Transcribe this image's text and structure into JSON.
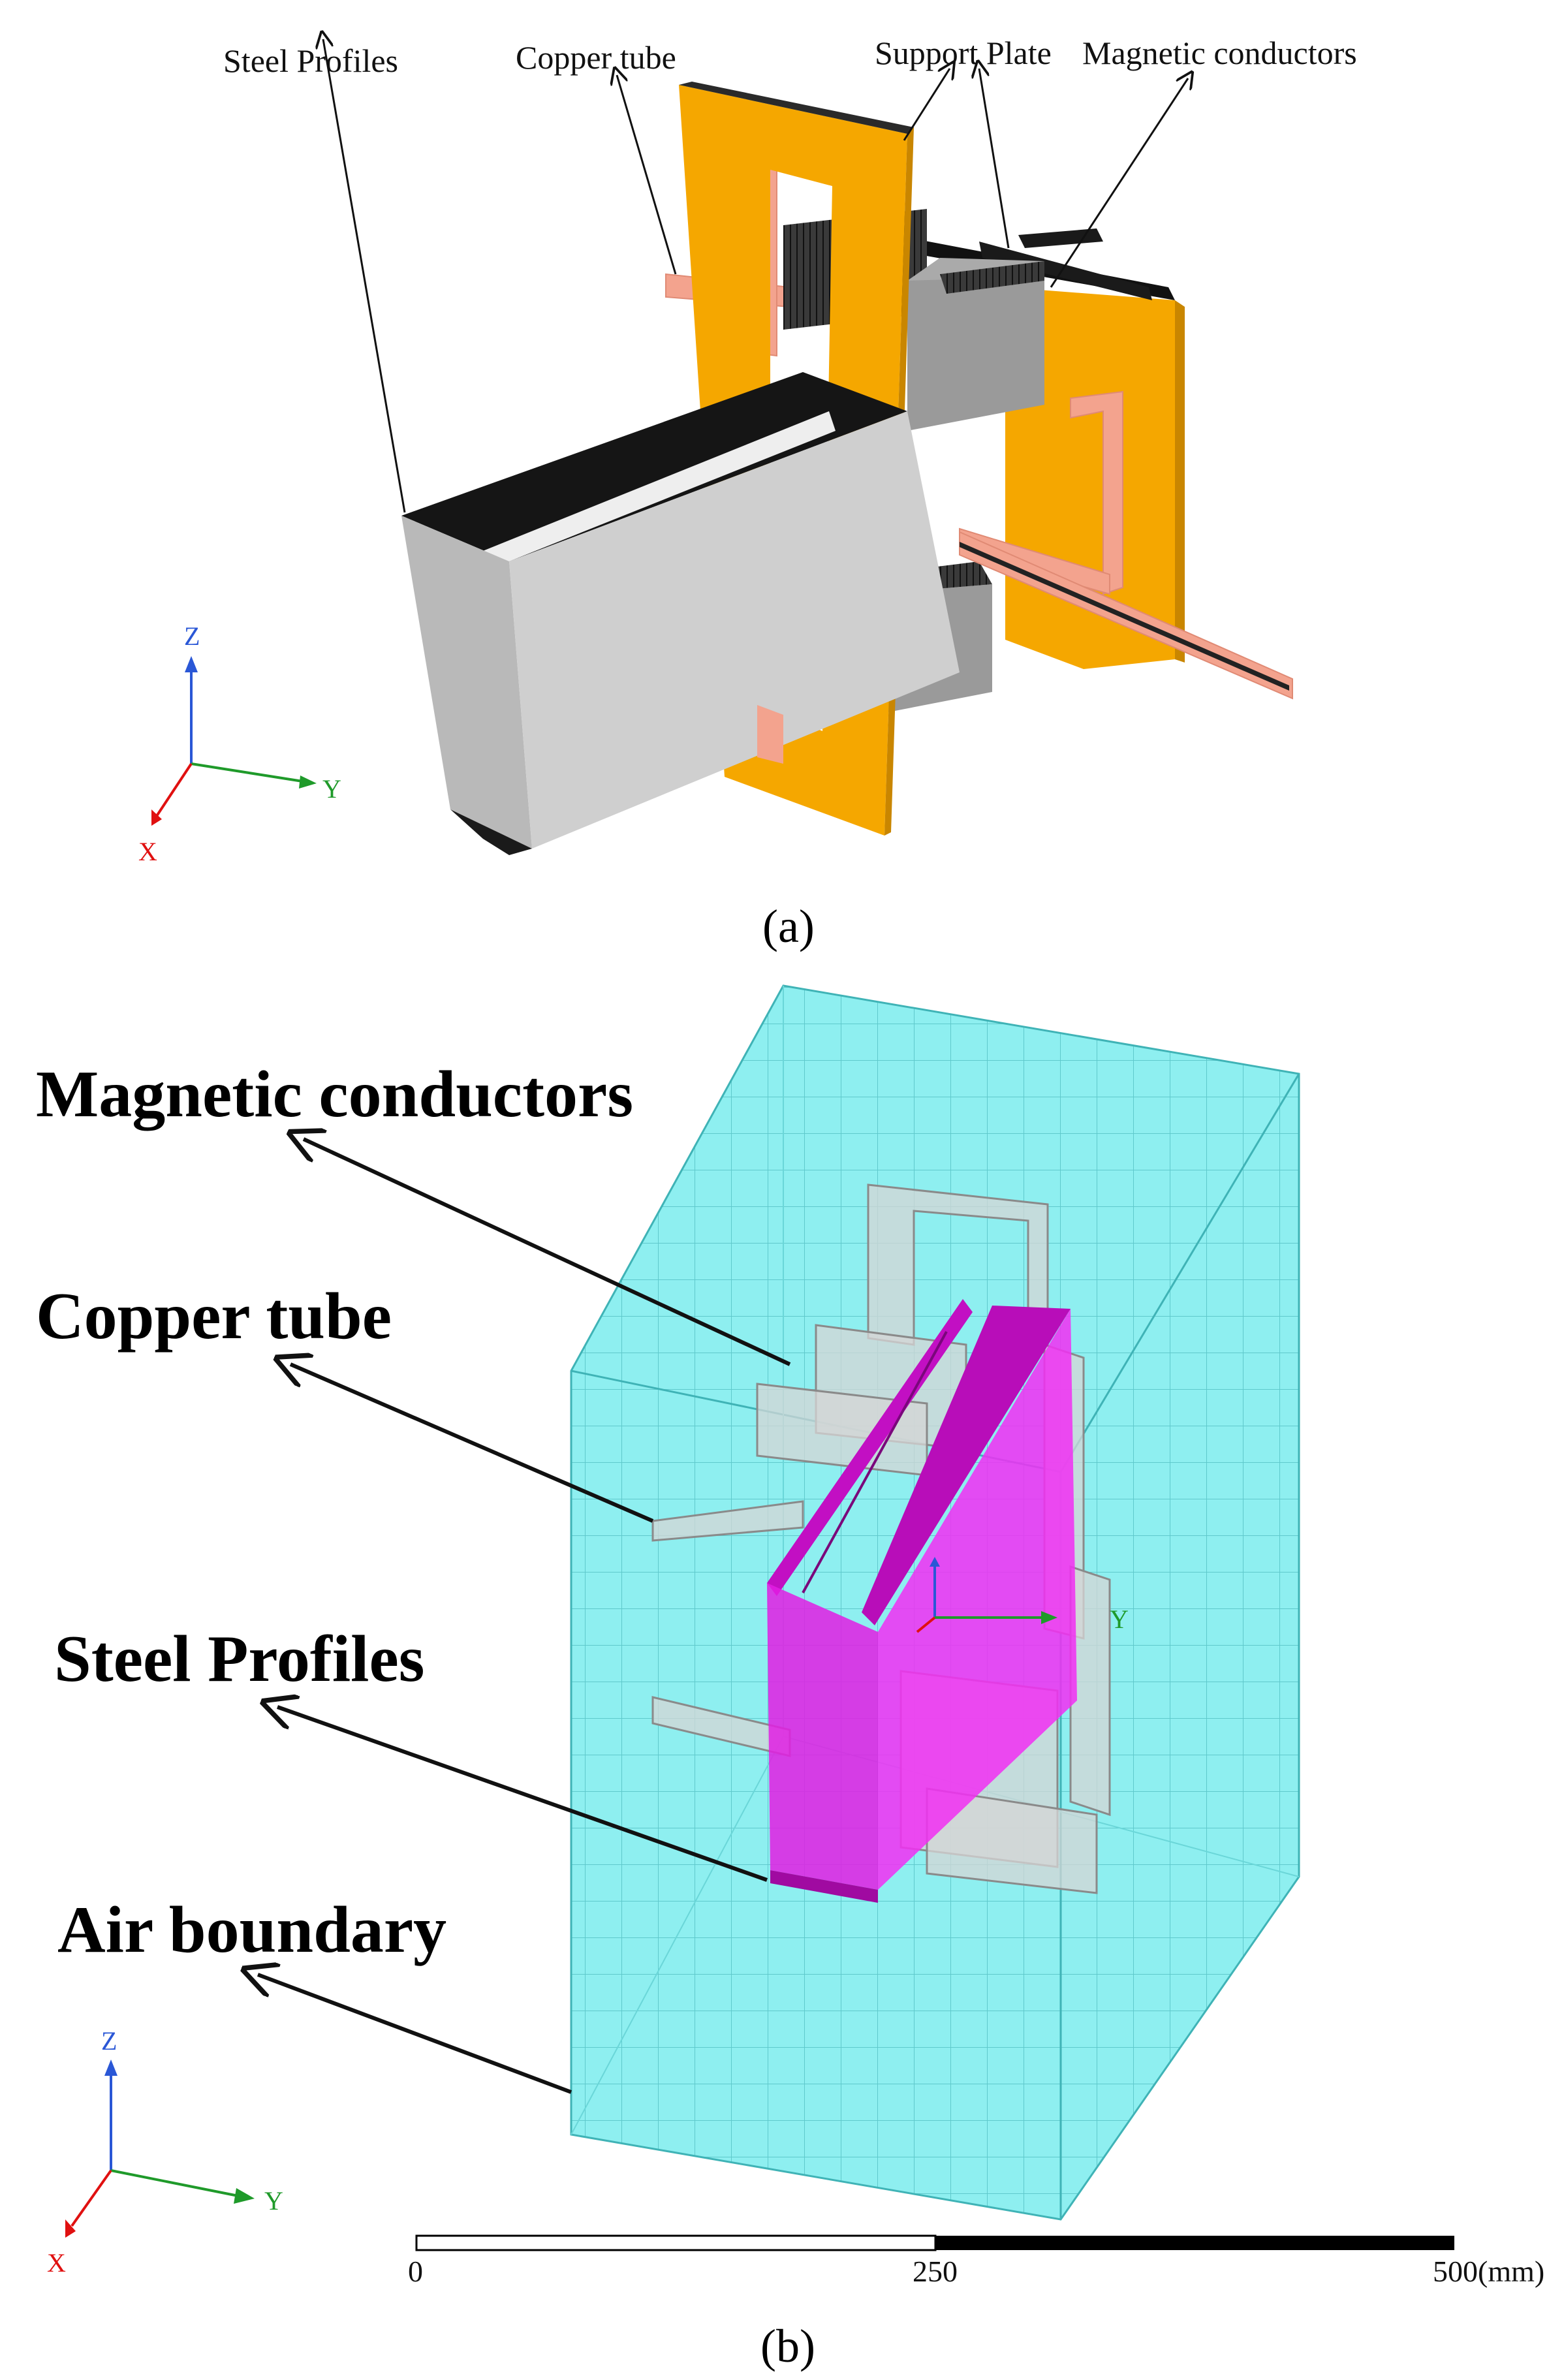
{
  "panel_a": {
    "labels": {
      "steel_profiles": "Steel Profiles",
      "copper_tube": "Copper tube",
      "support_plate": "Support Plate",
      "magnetic_conductors": "Magnetic conductors"
    },
    "axes": {
      "z": "Z",
      "y": "Y",
      "x": "X"
    },
    "caption": "(a)"
  },
  "panel_b": {
    "labels": {
      "magnetic_conductors": "Magnetic conductors",
      "copper_tube": "Copper tube",
      "steel_profiles": "Steel Profiles",
      "air_boundary": "Air boundary"
    },
    "axes": {
      "z": "Z",
      "y": "Y",
      "x": "X",
      "inner_y": "Y"
    },
    "scale_bar": {
      "tick_0": "0",
      "tick_250": "250",
      "tick_500": "500(mm)"
    },
    "caption": "(b)"
  },
  "colors": {
    "support_plate": "#f5a700",
    "copper": "#f3a38e",
    "steel": "#c8c8c8",
    "magnetic": "#8f8f8f",
    "air": "#8eeff0",
    "steel_b": "#e21de3",
    "axis_z": "#2a57d6",
    "axis_y": "#1f9a2a",
    "axis_x": "#e01010"
  }
}
